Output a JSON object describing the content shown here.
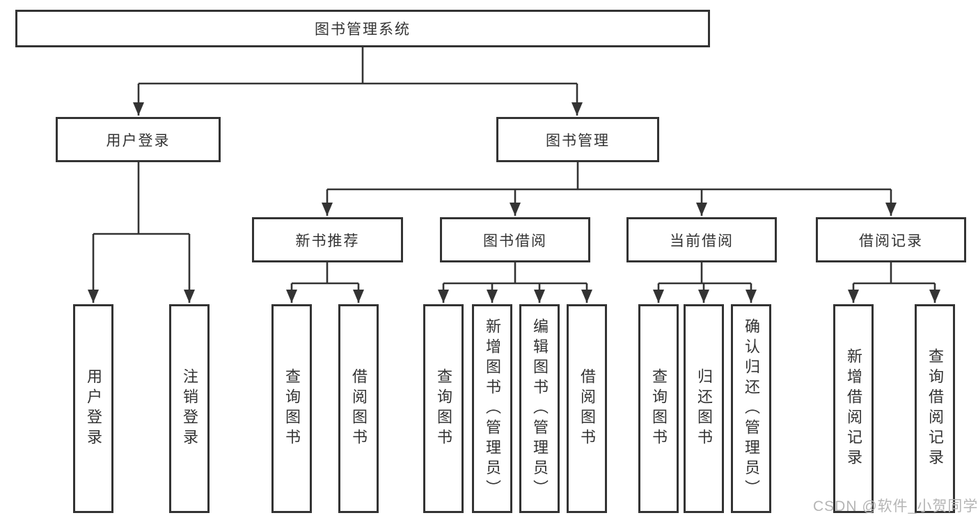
{
  "colors": {
    "line": "#333333",
    "text": "#333333",
    "watermark": "#b5b5b5",
    "background": "#ffffff"
  },
  "watermark": "CSDN @软件_小贺同学",
  "tree": {
    "root": "图书管理系统",
    "branches": [
      {
        "label": "用户登录",
        "children": [
          "用户登录",
          "注销登录"
        ]
      },
      {
        "label": "图书管理",
        "groups": [
          {
            "label": "新书推荐",
            "children": [
              "查询图书",
              "借阅图书"
            ]
          },
          {
            "label": "图书借阅",
            "children": [
              "查询图书",
              "新增图书（管理员）",
              "编辑图书（管理员）",
              "借阅图书"
            ]
          },
          {
            "label": "当前借阅",
            "children": [
              "查询图书",
              "归还图书",
              "确认归还（管理员）"
            ]
          },
          {
            "label": "借阅记录",
            "children": [
              "新增借阅记录",
              "查询借阅记录"
            ]
          }
        ]
      }
    ]
  }
}
